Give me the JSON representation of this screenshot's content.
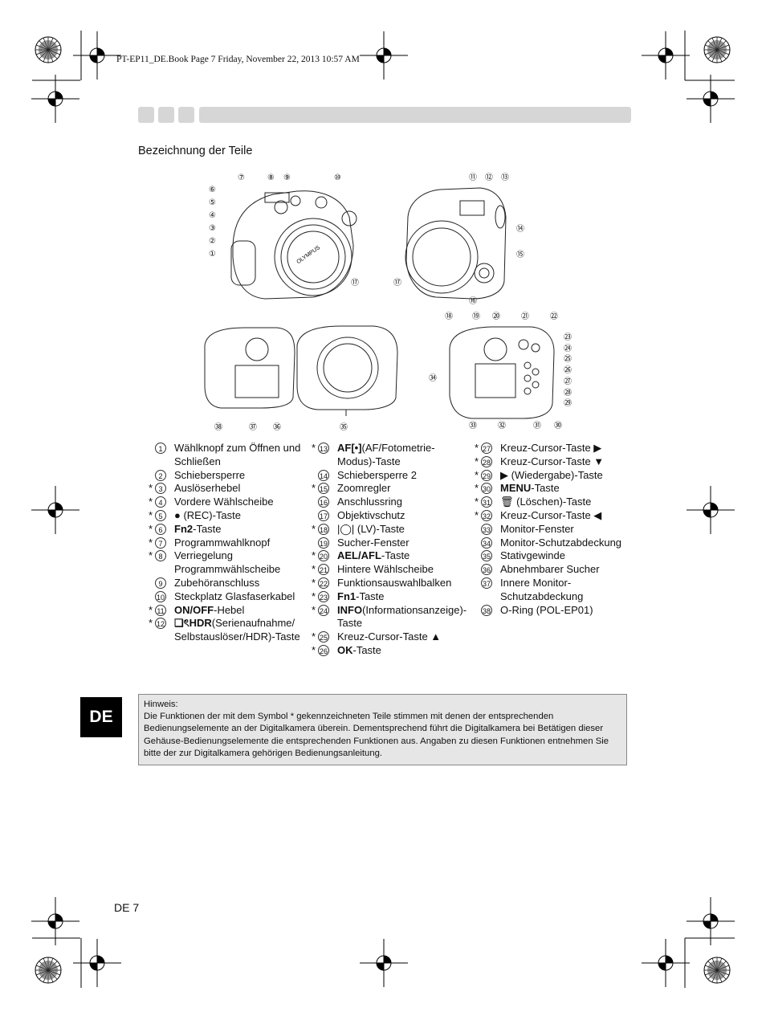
{
  "header": {
    "file_line": "PT-EP11_DE.Book  Page 7  Friday, November 22, 2013  10:57 AM"
  },
  "section_title": "Bezeichnung der Teile",
  "figure_labels": {
    "front": [
      "⑦",
      "⑧",
      "⑨",
      "⑩",
      "⑥",
      "⑤",
      "④",
      "③",
      "②",
      "①",
      "⑰"
    ],
    "side": [
      "⑪",
      "⑫",
      "⑬",
      "⑭",
      "⑮",
      "⑰",
      "⑯"
    ],
    "open": [
      "㊳",
      "㊲",
      "㊱",
      "㉟"
    ],
    "back": [
      "⑱",
      "⑲",
      "⑳",
      "㉑",
      "㉒",
      "㉓",
      "㉔",
      "㉕",
      "㉖",
      "㉗",
      "㉘",
      "㉙",
      "㉞",
      "㉝",
      "㉜",
      "㉛",
      "㉚"
    ],
    "logo_text": "OLYMPUS"
  },
  "parts": {
    "col1": [
      {
        "star": "",
        "num": "1",
        "text": "Wählknopf zum Öffnen und Schließen"
      },
      {
        "star": "",
        "num": "2",
        "text": "Schiebersperre"
      },
      {
        "star": "*",
        "num": "3",
        "text": "Auslöserhebel"
      },
      {
        "star": "*",
        "num": "4",
        "text": "Vordere Wählscheibe"
      },
      {
        "star": "*",
        "num": "5",
        "text": "● (REC)-Taste"
      },
      {
        "star": "*",
        "num": "6",
        "bold": "Fn2",
        "text": "-Taste"
      },
      {
        "star": "*",
        "num": "7",
        "text": "Programmwahlknopf"
      },
      {
        "star": "*",
        "num": "8",
        "text": "Verriegelung Programmwählscheibe"
      },
      {
        "star": "",
        "num": "9",
        "text": "Zubehöranschluss"
      },
      {
        "star": "",
        "num": "10",
        "text": "Steckplatz Glasfaserkabel"
      },
      {
        "star": "*",
        "num": "11",
        "bold": "ON/OFF",
        "text": "-Hebel"
      },
      {
        "star": "*",
        "num": "12",
        "bold": "❏ৎHDR",
        "text": "(Serienaufnahme/ Selbstauslöser/HDR)-Taste"
      }
    ],
    "col2": [
      {
        "star": "*",
        "num": "13",
        "bold": "AF[•]",
        "text": "(AF/Fotometrie-Modus)-Taste"
      },
      {
        "star": "",
        "num": "14",
        "text": "Schiebersperre 2"
      },
      {
        "star": "*",
        "num": "15",
        "text": "Zoomregler"
      },
      {
        "star": "",
        "num": "16",
        "text": "Anschlussring"
      },
      {
        "star": "",
        "num": "17",
        "text": "Objektivschutz"
      },
      {
        "star": "*",
        "num": "18",
        "text": "|◯| (LV)-Taste"
      },
      {
        "star": "",
        "num": "19",
        "text": "Sucher-Fenster"
      },
      {
        "star": "*",
        "num": "20",
        "bold": "AEL/AFL",
        "text": "-Taste"
      },
      {
        "star": "*",
        "num": "21",
        "text": "Hintere Wählscheibe"
      },
      {
        "star": "*",
        "num": "22",
        "text": "Funktionsauswahlbalken"
      },
      {
        "star": "*",
        "num": "23",
        "bold": "Fn1",
        "text": "-Taste"
      },
      {
        "star": "*",
        "num": "24",
        "bold": "INFO",
        "text": "(Informationsanzeige)-Taste"
      },
      {
        "star": "*",
        "num": "25",
        "text": "Kreuz-Cursor-Taste ▲"
      },
      {
        "star": "*",
        "num": "26",
        "bold": "OK",
        "text": "-Taste"
      }
    ],
    "col3": [
      {
        "star": "*",
        "num": "27",
        "text": "Kreuz-Cursor-Taste ▶"
      },
      {
        "star": "*",
        "num": "28",
        "text": "Kreuz-Cursor-Taste ▼"
      },
      {
        "star": "*",
        "num": "29",
        "text": "▶ (Wiedergabe)-Taste"
      },
      {
        "star": "*",
        "num": "30",
        "bold": "MENU",
        "text": "-Taste"
      },
      {
        "star": "*",
        "num": "31",
        "text": "🗑 (Löschen)-Taste"
      },
      {
        "star": "*",
        "num": "32",
        "text": "Kreuz-Cursor-Taste ◀"
      },
      {
        "star": "",
        "num": "33",
        "text": "Monitor-Fenster"
      },
      {
        "star": "",
        "num": "34",
        "text": "Monitor-Schutzabdeckung"
      },
      {
        "star": "",
        "num": "35",
        "text": "Stativgewinde"
      },
      {
        "star": "",
        "num": "36",
        "text": "Abnehmbarer Sucher"
      },
      {
        "star": "",
        "num": "37",
        "text": "Innere Monitor-Schutzabdeckung"
      },
      {
        "star": "",
        "num": "38",
        "text": "O-Ring (POL-EP01)"
      }
    ]
  },
  "note": {
    "title": "Hinweis:",
    "body": "Die Funktionen der mit dem Symbol * gekennzeichneten Teile stimmen mit denen der entsprechenden Bedienungselemente an der Digitalkamera überein. Dementsprechend führt die Digitalkamera bei Betätigen dieser Gehäuse-Bedienungselemente die entsprechenden Funktionen aus. Angaben zu diesen Funktionen entnehmen Sie bitte der zur Digitalkamera gehörigen Bedienungsanleitung."
  },
  "language_tab": "DE",
  "page_number": "DE 7",
  "colors": {
    "tab_bg": "#000000",
    "note_bg": "#e6e6e6",
    "bar_grey": "#d6d6d6"
  }
}
